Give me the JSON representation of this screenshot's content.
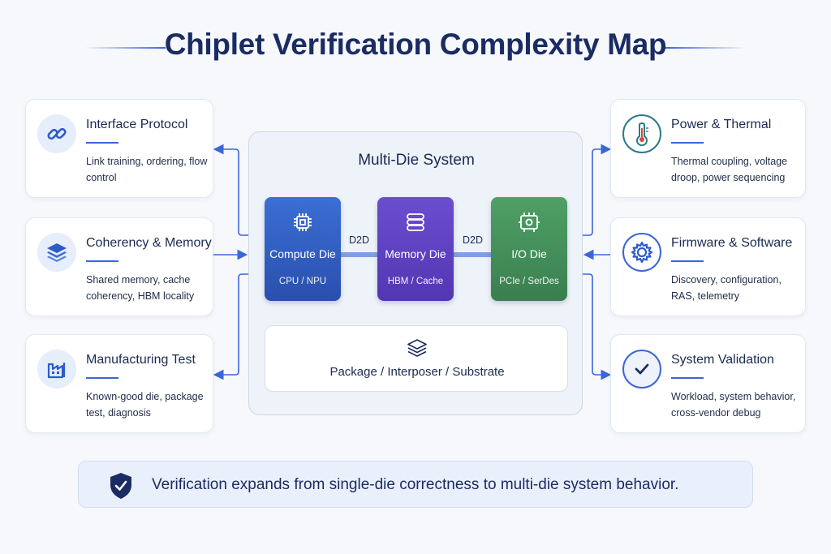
{
  "title": "Chiplet Verification Complexity Map",
  "left_cards": [
    {
      "title": "Interface Protocol",
      "desc": "Link training, ordering, flow control",
      "icon": "link-icon"
    },
    {
      "title": "Coherency & Memory",
      "desc": "Shared memory, cache coherency, HBM locality",
      "icon": "layers-icon"
    },
    {
      "title": "Manufacturing Test",
      "desc": "Known-good die, package test, diagnosis",
      "icon": "factory-icon"
    }
  ],
  "right_cards": [
    {
      "title": "Power & Thermal",
      "desc": "Thermal coupling, voltage droop, power sequencing",
      "icon": "thermometer-icon"
    },
    {
      "title": "Firmware & Software",
      "desc": "Discovery, configuration, RAS, telemetry",
      "icon": "gear-icon"
    },
    {
      "title": "System Validation",
      "desc": "Workload, system behavior, cross-vendor debug",
      "icon": "checkmark-icon"
    }
  ],
  "system": {
    "title": "Multi-Die System",
    "dies": [
      {
        "name": "Compute Die",
        "sub": "CPU / NPU",
        "icon": "chip-icon",
        "color": "#3a6fd4"
      },
      {
        "name": "Memory Die",
        "sub": "HBM / Cache",
        "icon": "stack-icon",
        "color": "#6a4ed0"
      },
      {
        "name": "I/O Die",
        "sub": "PCIe / SerDes",
        "icon": "io-board-icon",
        "color": "#4fa066"
      }
    ],
    "links": [
      "D2D",
      "D2D"
    ],
    "package": "Package / Interposer / Substrate"
  },
  "summary": "Verification expands from single-die correctness to multi-die system behavior.",
  "colors": {
    "accent": "#3b66d6",
    "title": "#1b2c63",
    "compute": "#3a6fd4",
    "memory": "#6a4ed0",
    "io": "#4fa066"
  }
}
